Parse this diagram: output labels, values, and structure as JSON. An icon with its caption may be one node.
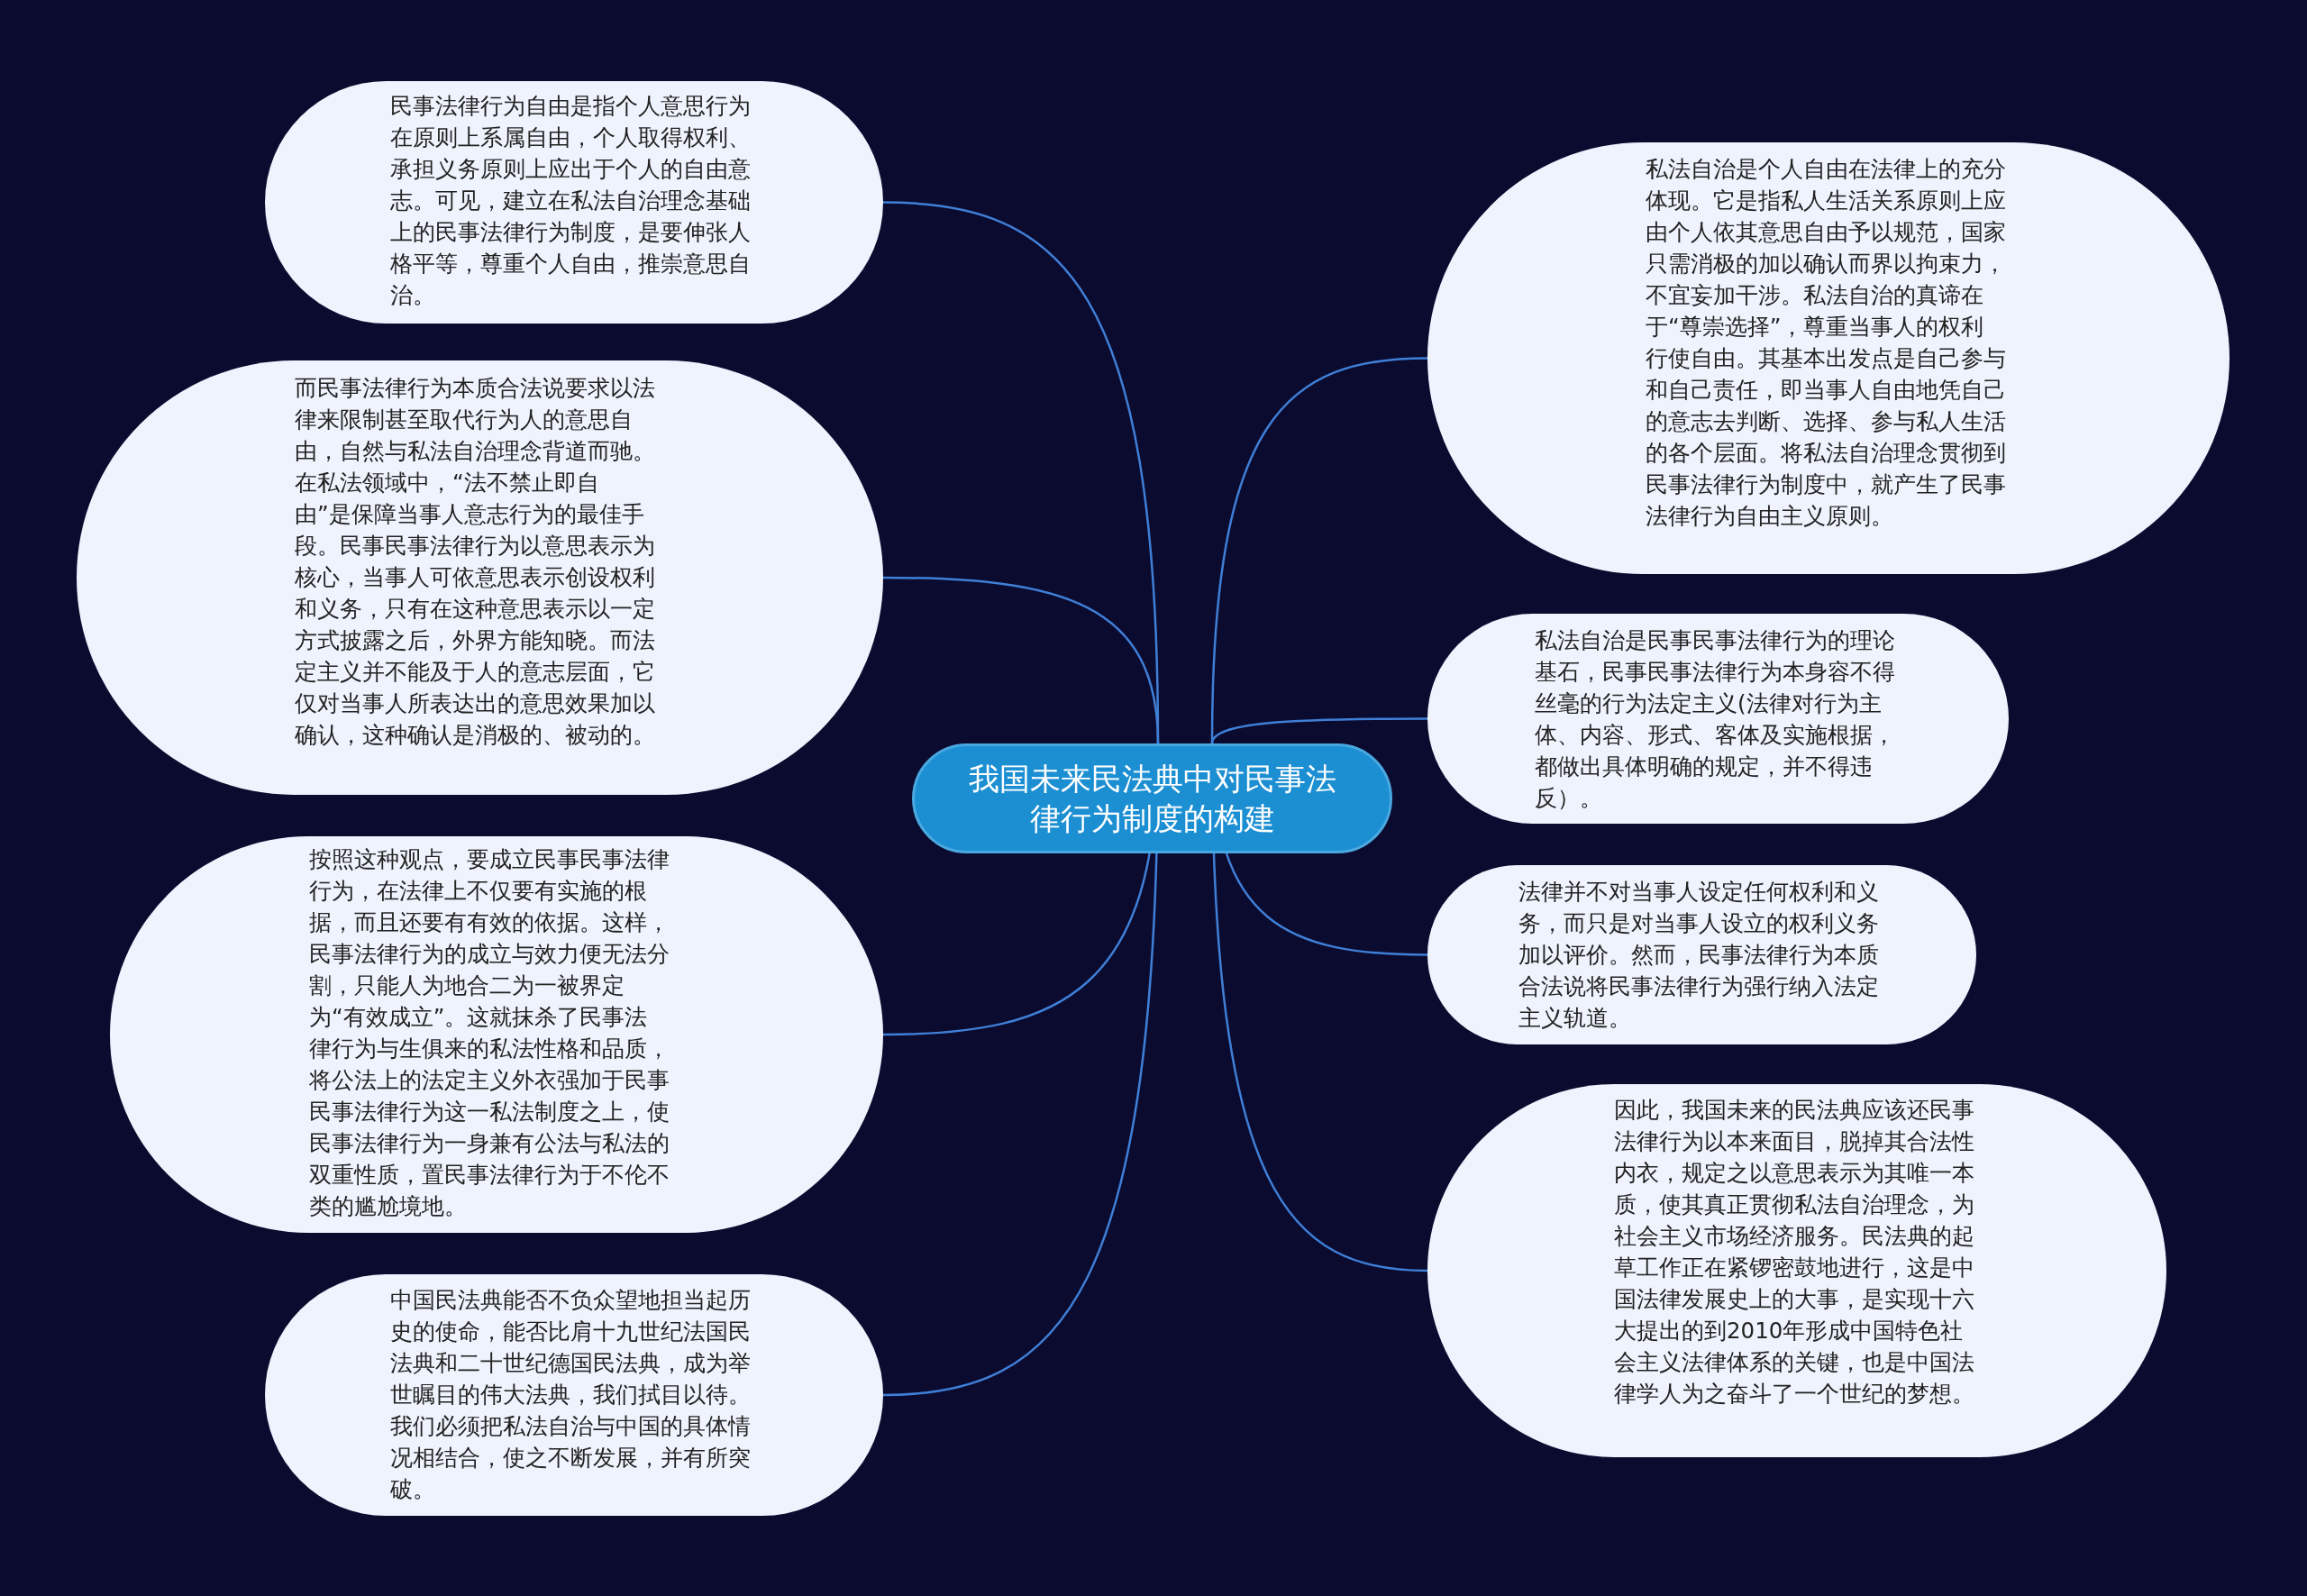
{
  "diagram": {
    "nodes": [
      {
        "text": [
          "我国未来民法典中对民事法律行为制度的构建"
        ]
      },
      {
        "text": [
          "民事法律行为自由是指个人意思行为在原则上系属自由，个人取得权利、承担义务原则上应出于个人的自由意志。可见，建立在私法自治理念基础上的民事法律行为制度，是要伸张人格平等，尊重个人自由，推崇意思自治。"
        ]
      },
      {
        "text": [
          "而民事法律行为本质合法说要求以法律来限制甚至取代行为人的意思自由，自然与私法自治理念背道而驰。在私法领域中，“法不禁止即自由”是保障当事人意志行为的最佳手段。民事民事法律行为以意思表示为核心，当事人可依意思表示创设权利和义务，只有在这种意思表示以一定方式披露之后，外界方能知晓。而法定主义并不能及于人的意志层面，它仅对当事人所表达出的意思效果加以确认，这种确认是消极的、被动的。"
        ]
      },
      {
        "text": [
          "按照这种观点，要成立民事民事法律行为，在法律上不仅要有实施的根据，而且还要有有效的依据。这样，民事法律行为的成立与效力便无法分割，只能人为地合二为一被界定为“有效成立”。这就抹杀了民事法律行为与生俱来的私法性格和品质，将公法上的法定主义外衣强加于民事民事法律行为这一私法制度之上，使民事法律行为一身兼有公法与私法的双重性质，置民事法律行为于不伦不类的尴尬境地。"
        ]
      },
      {
        "text": [
          "中国民法典能否不负众望地担当起历史的使命，能否比肩十九世纪法国民法典和二十世纪德国民法典，成为举世瞩目的伟大法典，我们拭目以待。我们必须把私法自治与中国的具体情况相结合，使之不断发展，并有所突破。"
        ]
      },
      {
        "text": [
          "私法自治是个人自由在法律上的充分体现。它是指私人生活关系原则上应由个人依其意思自由予以规范，国家只需消极的加以确认而界以拘束力，不宜妄加干涉。私法自治的真谛在于“尊崇选择”，尊重当事人的权利行使自由。其基本出发点是自己参与和自己责任，即当事人自由地凭自己的意志去判断、选择、参与私人生活的各个层面。将私法自治理念贯彻到民事法律行为制度中，就产生了民事法律行为自由主义原则。"
        ]
      },
      {
        "text": [
          "私法自治是民事民事法律行为的理论基石，民事民事法律行为本身容不得丝毫的行为法定主义(法律对行为主体、内容、形式、客体及实施根据，都做出具体明确的规定，并不得违反）。"
        ]
      },
      {
        "text": [
          "法律并不对当事人设定任何权利和义务，而只是对当事人设立的权利义务加以评价。然而，民事法律行为本质合法说将民事法律行为强行纳入法定主义轨道。"
        ]
      },
      {
        "text": [
          "因此，我国未来的民法典应该还民事法律行为以本来面目，脱掉其合法性内衣，规定之以意思表示为其唯一本质，使其真正贯彻私法自治理念，为社会主义市场经济服务。民法典的起草工作正在紧锣密鼓地进行，这是中国法律发展史上的大事，是实现十六大提出的到2010年形成中国特色社会主义法律体系的关键，也是中国法律学人为之奋斗了一个世纪的梦想。"
        ]
      }
    ],
    "edges": [
      {
        "from": 0,
        "to": 1,
        "arrow": "none"
      },
      {
        "from": 0,
        "to": 2,
        "arrow": "none"
      },
      {
        "from": 0,
        "to": 3,
        "arrow": "none"
      },
      {
        "from": 0,
        "to": 4,
        "arrow": "none"
      },
      {
        "from": 0,
        "to": 5,
        "arrow": "none"
      },
      {
        "from": 0,
        "to": 6,
        "arrow": "none"
      },
      {
        "from": 0,
        "to": 7,
        "arrow": "none"
      },
      {
        "from": 0,
        "to": 8,
        "arrow": "none"
      }
    ]
  }
}
